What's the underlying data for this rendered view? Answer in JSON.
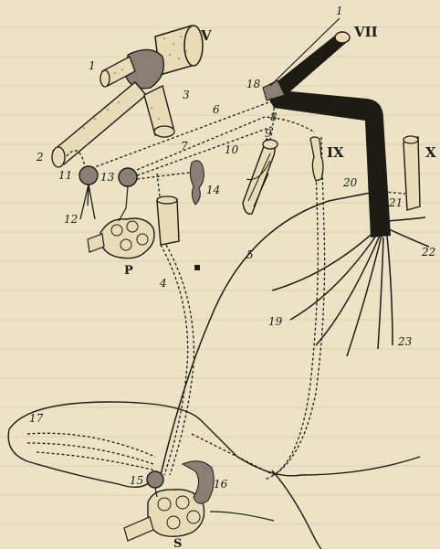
{
  "nerve_labels": {
    "V": "V",
    "VII": "VII",
    "IX": "IX",
    "X": "X"
  },
  "gland_labels": {
    "P": "P",
    "S": "S"
  },
  "numbers": [
    "1",
    "1",
    "2",
    "3",
    "4",
    "5",
    "6",
    "7",
    "8",
    "9",
    "10",
    "11",
    "12",
    "13",
    "14",
    "15",
    "16",
    "17",
    "18",
    "19",
    "20",
    "21",
    "22",
    "23"
  ],
  "colors": {
    "background": "#ece3c6",
    "ink": "#1e1a14",
    "ganglion": "#8a7f72"
  }
}
